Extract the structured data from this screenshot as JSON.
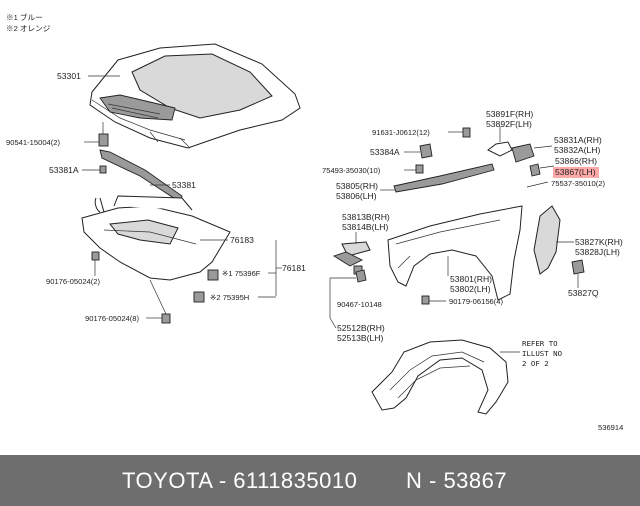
{
  "notes": {
    "n1": "※1 ブルー",
    "n2": "※2 オレンジ"
  },
  "parts": {
    "p53301": "53301",
    "p90541": "90541-15004(2)",
    "p53381A": "53381A",
    "p53381": "53381",
    "p76183": "76183",
    "p76181": "76181",
    "p75396F": "※1 75396F",
    "p75395H": "※2 75395H",
    "p90176a": "90176-05024(2)",
    "p90176b": "90176-05024(8)",
    "p91631": "91631-J0612(12)",
    "p53891F": "53891F(RH)",
    "p53892F": "53892F(LH)",
    "p53831A": "53831A(RH)",
    "p53832A": "53832A(LH)",
    "p53384A": "53384A",
    "p53866": "53866(RH)",
    "p53867": "53867(LH)",
    "p75493": "75493-35030(10)",
    "p75537": "75537-35010(2)",
    "p53805": "53805(RH)",
    "p53806": "53806(LH)",
    "p53813B": "53813B(RH)",
    "p53814B": "53814B(LH)",
    "p53827K": "53827K(RH)",
    "p53828J": "53828J(LH)",
    "p53801": "53801(RH)",
    "p53802": "53802(LH)",
    "p53827Q": "53827Q",
    "p90467": "90467-10148",
    "p90179": "90179-06156(4)",
    "p52512B": "52512B(RH)",
    "p52513B": "52513B(LH)"
  },
  "refer": {
    "line1": "REFER TO",
    "line2": "ILLUST NO",
    "line3": "2 OF 2"
  },
  "illus_no": "536914",
  "footer": {
    "left": "TOYOTA - 6111835010",
    "right": "N - 53867"
  },
  "colors": {
    "highlight": "#ff9a9a",
    "footer_bg": "#6e6e6e",
    "footer_text": "#ffffff"
  }
}
